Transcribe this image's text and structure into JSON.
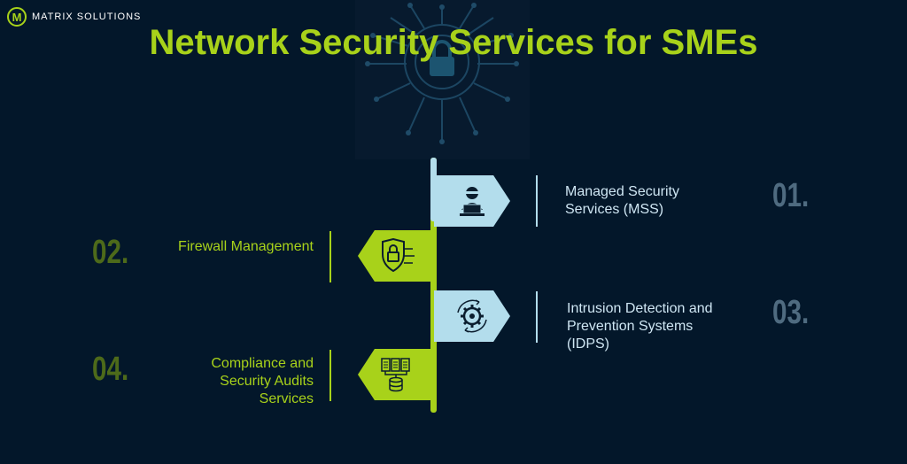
{
  "brand": {
    "logo_letter": "M",
    "name": "MATRIX SOLUTIONS"
  },
  "title": "Network Security Services for SMEs",
  "colors": {
    "background": "#03172a",
    "accent_green": "#a8d21a",
    "accent_blue": "#b3ddec"
  },
  "services": [
    {
      "number": "01.",
      "label": "Managed Security Services (MSS)",
      "icon": "hacker-laptop-icon"
    },
    {
      "number": "02.",
      "label": "Firewall Management",
      "icon": "shield-lock-icon"
    },
    {
      "number": "03.",
      "label": "Intrusion Detection and Prevention Systems (IDPS)",
      "icon": "gear-arrows-icon"
    },
    {
      "number": "04.",
      "label": "Compliance and Security Audits Services",
      "icon": "documents-database-icon"
    }
  ]
}
